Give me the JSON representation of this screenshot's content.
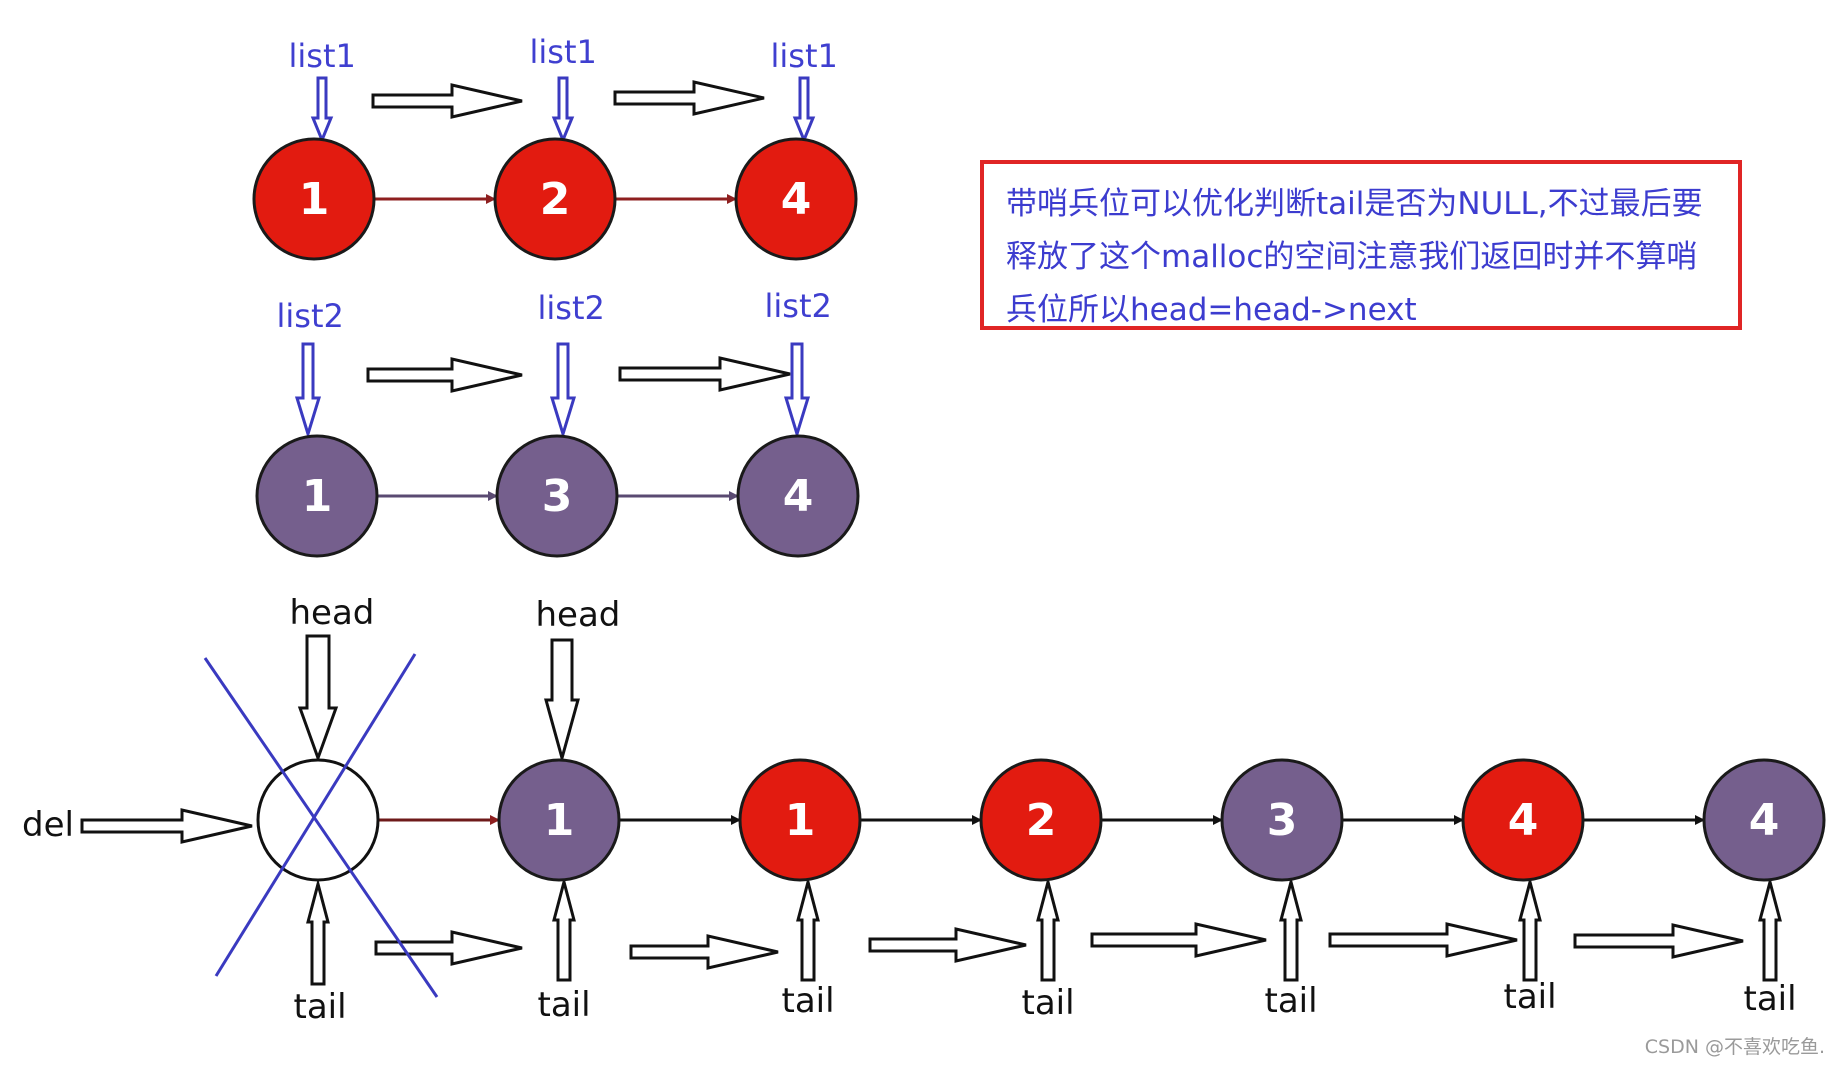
{
  "diagram": {
    "list1": {
      "pointer_label": "list1",
      "nodes": [
        "1",
        "2",
        "4"
      ],
      "color": "#e21b10"
    },
    "list2": {
      "pointer_label": "list2",
      "nodes": [
        "1",
        "3",
        "4"
      ],
      "color": "#755f8d"
    },
    "merged": {
      "head_label": "head",
      "tail_label": "tail",
      "del_label": "del",
      "sentinel_value": "",
      "nodes": [
        {
          "value": "1",
          "from": "list2"
        },
        {
          "value": "1",
          "from": "list1"
        },
        {
          "value": "2",
          "from": "list1"
        },
        {
          "value": "3",
          "from": "list2"
        },
        {
          "value": "4",
          "from": "list1"
        },
        {
          "value": "4",
          "from": "list2"
        }
      ]
    },
    "cross_color": "#3a3ac0"
  },
  "note": {
    "lines": [
      "带哨兵位可以优化判断tail是否为NULL,不过最后要",
      "释放了这个malloc的空间注意我们返回时并不算哨",
      "兵位所以head=head->next"
    ],
    "border_color": "#e02525",
    "text_color": "#3c3ccf"
  },
  "watermark": "CSDN @不喜欢吃鱼."
}
